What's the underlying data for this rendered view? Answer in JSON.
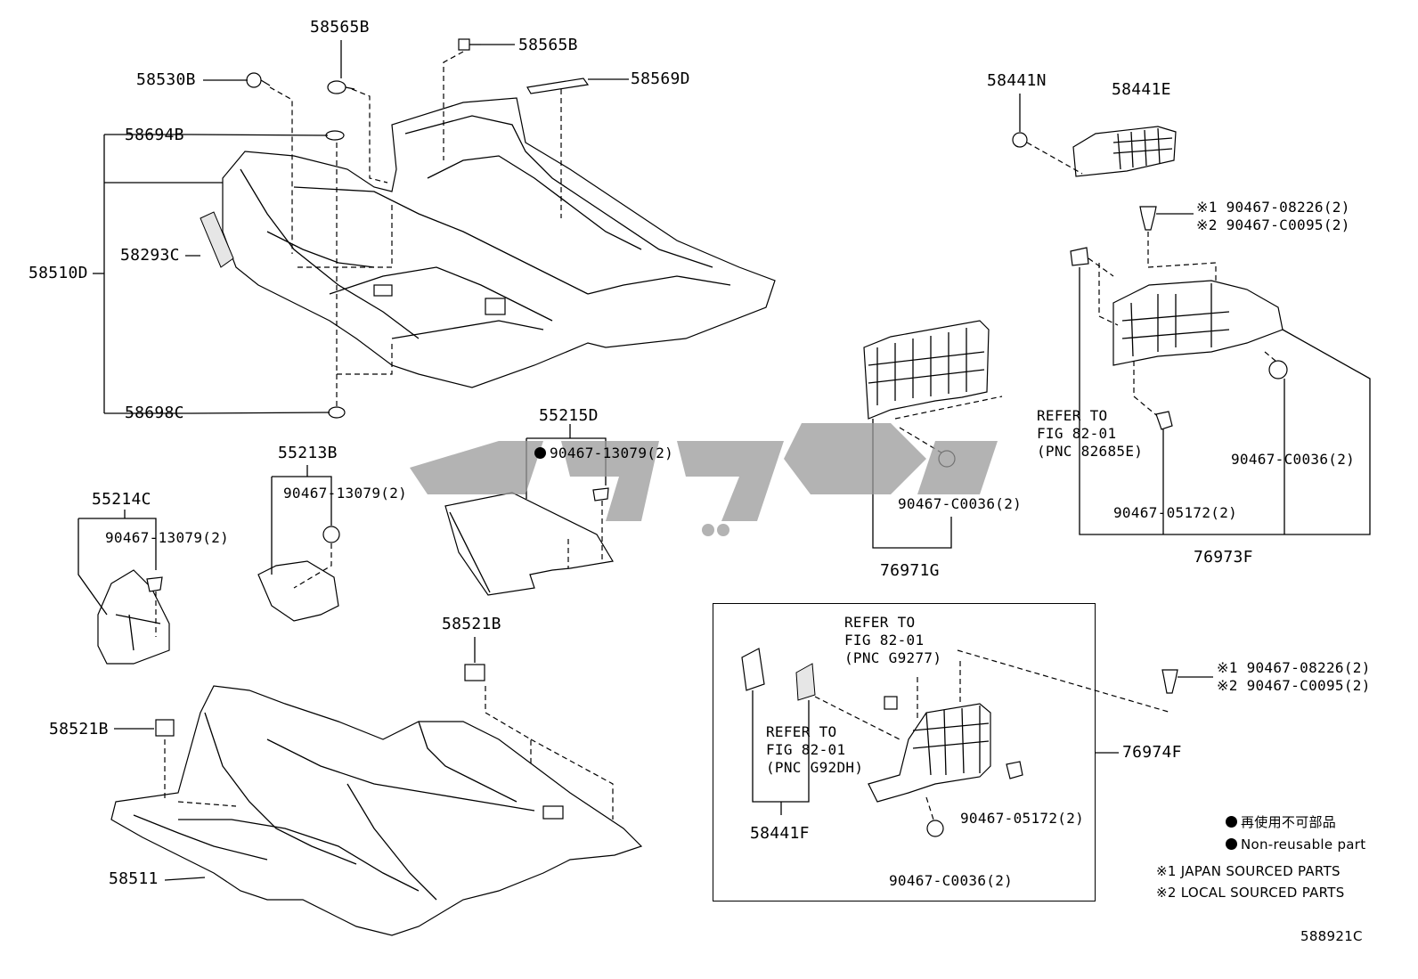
{
  "diagram_code": "588921C",
  "labels": {
    "p58565B_top": "58565B",
    "p58565B_right": "58565B",
    "p58530B": "58530B",
    "p58569D": "58569D",
    "p58694B": "58694B",
    "p58510D": "58510D",
    "p58293C": "58293C",
    "p58698C": "58698C",
    "p58441N": "58441N",
    "p58441E": "58441E",
    "clip_top_1": "※1 90467-08226(2)",
    "clip_top_2": "※2 90467-C0095(2)",
    "p55215D": "55215D",
    "p55215D_clip": "90467-13079(2)",
    "p55213B": "55213B",
    "p55213B_clip": "90467-13079(2)",
    "p55214C": "55214C",
    "p55214C_clip": "90467-13079(2)",
    "p76971G_clip": "90467-C0036(2)",
    "p76971G": "76971G",
    "refer_82685E": "REFER TO\nFIG 82-01\n(PNC 82685E)",
    "p76973F_clipA": "90467-C0036(2)",
    "p76973F_clipB": "90467-05172(2)",
    "p76973F": "76973F",
    "p58521B_top": "58521B",
    "p58521B_left": "58521B",
    "p58511": "58511",
    "refer_G9277": "REFER TO\nFIG 82-01\n(PNC G9277)",
    "refer_G92DH": "REFER TO\nFIG 82-01\n(PNC G92DH)",
    "box_clipA": "90467-05172(2)",
    "box_clipB": "90467-C0036(2)",
    "p58441F": "58441F",
    "p76974F": "76974F",
    "clip_right_1": "※1 90467-08226(2)",
    "clip_right_2": "※2 90467-C0095(2)"
  },
  "legend": {
    "non_reusable_jp": "再使用不可部品",
    "non_reusable_en": "Non-reusable part",
    "note1": "※1 JAPAN SOURCED PARTS",
    "note2": "※2 LOCAL SOURCED PARTS"
  },
  "watermark_text": "کی پارت"
}
